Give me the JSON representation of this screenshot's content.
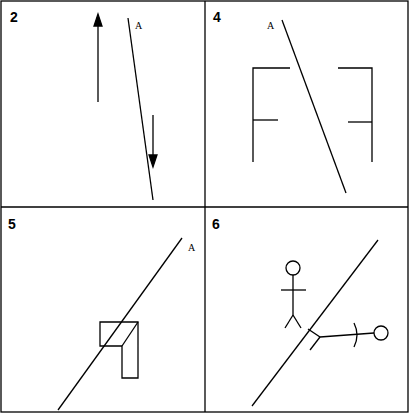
{
  "diagram": {
    "labels": [
      "2",
      "A",
      "4",
      "A",
      "5",
      "A",
      "6"
    ]
  }
}
